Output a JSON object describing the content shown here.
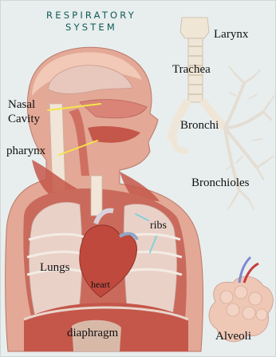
{
  "title": {
    "line1": "RESPIRATORY",
    "line2": "SYSTEM"
  },
  "labels": {
    "larynx": "Larynx",
    "trachea": "Trachea",
    "nasal_cavity_line1": "Nasal",
    "nasal_cavity_line2": "Cavity",
    "bronchi": "Bronchi",
    "pharynx": "pharynx",
    "bronchioles": "Bronchioles",
    "ribs": "ribs",
    "lungs": "Lungs",
    "heart": "heart",
    "diaphragm": "diaphragm",
    "alveoli": "Alveoli"
  },
  "colors": {
    "board": "#eaf0ef",
    "title": "#0e5a5a",
    "tissue": "#e9b7a4",
    "muscle": "#c4574a",
    "lung": "#e7c9bf",
    "bone": "#f2ece4",
    "leader_yellow": "#f5e44a",
    "leader_cyan": "#7fd3dd"
  }
}
